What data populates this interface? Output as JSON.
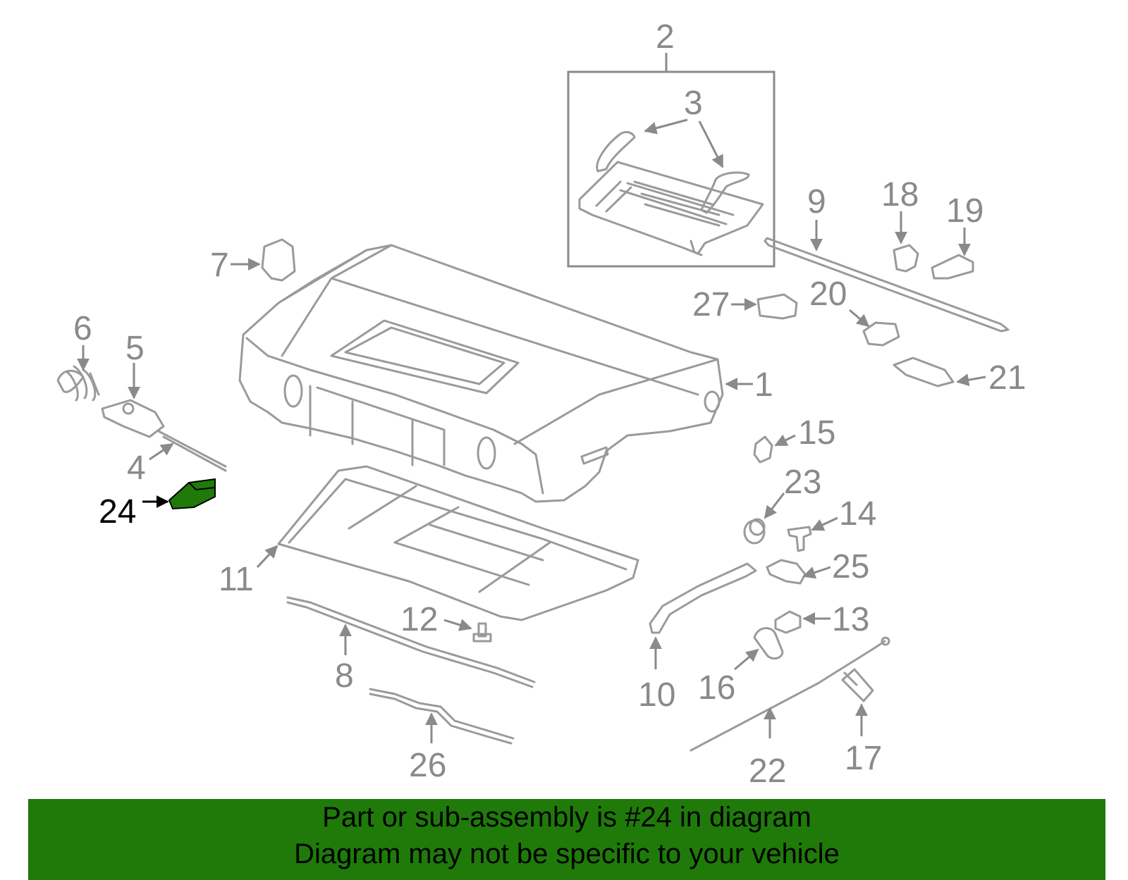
{
  "colors": {
    "highlight": "#1f7a0a",
    "linework": "#9a9a9a",
    "label": "#8a8a8a",
    "banner_bg": "#1f7a0a"
  },
  "highlighted_part": "24",
  "callouts": {
    "c1": "1",
    "c2": "2",
    "c3": "3",
    "c4": "4",
    "c5": "5",
    "c6": "6",
    "c7": "7",
    "c8": "8",
    "c9": "9",
    "c10": "10",
    "c11": "11",
    "c12": "12",
    "c13": "13",
    "c14": "14",
    "c15": "15",
    "c16": "16",
    "c17": "17",
    "c18": "18",
    "c19": "19",
    "c20": "20",
    "c21": "21",
    "c22": "22",
    "c23": "23",
    "c24": "24",
    "c25": "25",
    "c26": "26",
    "c27": "27"
  },
  "banner": {
    "line1": "Part or sub-assembly is #24 in diagram",
    "line2": "Diagram may not be specific to your vehicle"
  }
}
